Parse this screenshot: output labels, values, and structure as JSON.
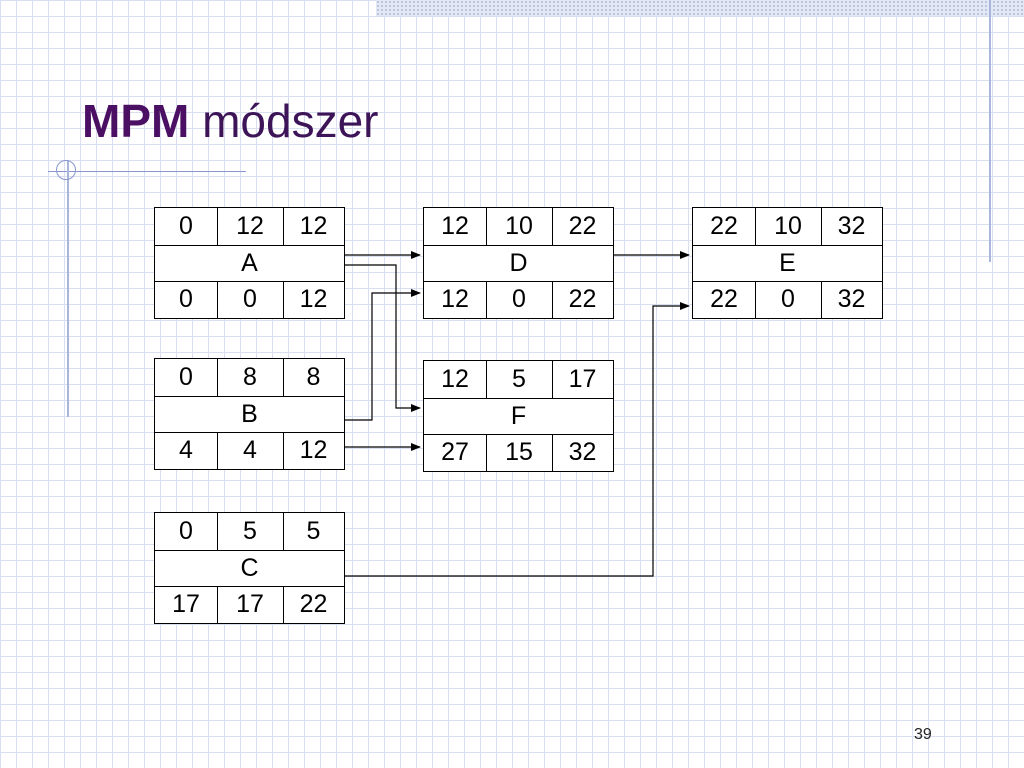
{
  "slide": {
    "title_bold": "MPM",
    "title_rest": "módszer",
    "page_number": "39"
  },
  "nodes": {
    "A": {
      "top": [
        "0",
        "12",
        "12"
      ],
      "label": "A",
      "bottom": [
        "0",
        "0",
        "12"
      ]
    },
    "B": {
      "top": [
        "0",
        "8",
        "8"
      ],
      "label": "B",
      "bottom": [
        "4",
        "4",
        "12"
      ]
    },
    "C": {
      "top": [
        "0",
        "5",
        "5"
      ],
      "label": "C",
      "bottom": [
        "17",
        "17",
        "22"
      ]
    },
    "D": {
      "top": [
        "12",
        "10",
        "22"
      ],
      "label": "D",
      "bottom": [
        "12",
        "0",
        "22"
      ]
    },
    "E": {
      "top": [
        "22",
        "10",
        "32"
      ],
      "label": "E",
      "bottom": [
        "22",
        "0",
        "32"
      ]
    },
    "F": {
      "top": [
        "12",
        "5",
        "17"
      ],
      "label": "F",
      "bottom": [
        "27",
        "15",
        "32"
      ]
    }
  },
  "edges": [
    {
      "from": "A",
      "to": "D"
    },
    {
      "from": "A",
      "to": "F"
    },
    {
      "from": "B",
      "to": "D"
    },
    {
      "from": "B",
      "to": "F"
    },
    {
      "from": "C",
      "to": "E"
    },
    {
      "from": "D",
      "to": "E"
    }
  ]
}
